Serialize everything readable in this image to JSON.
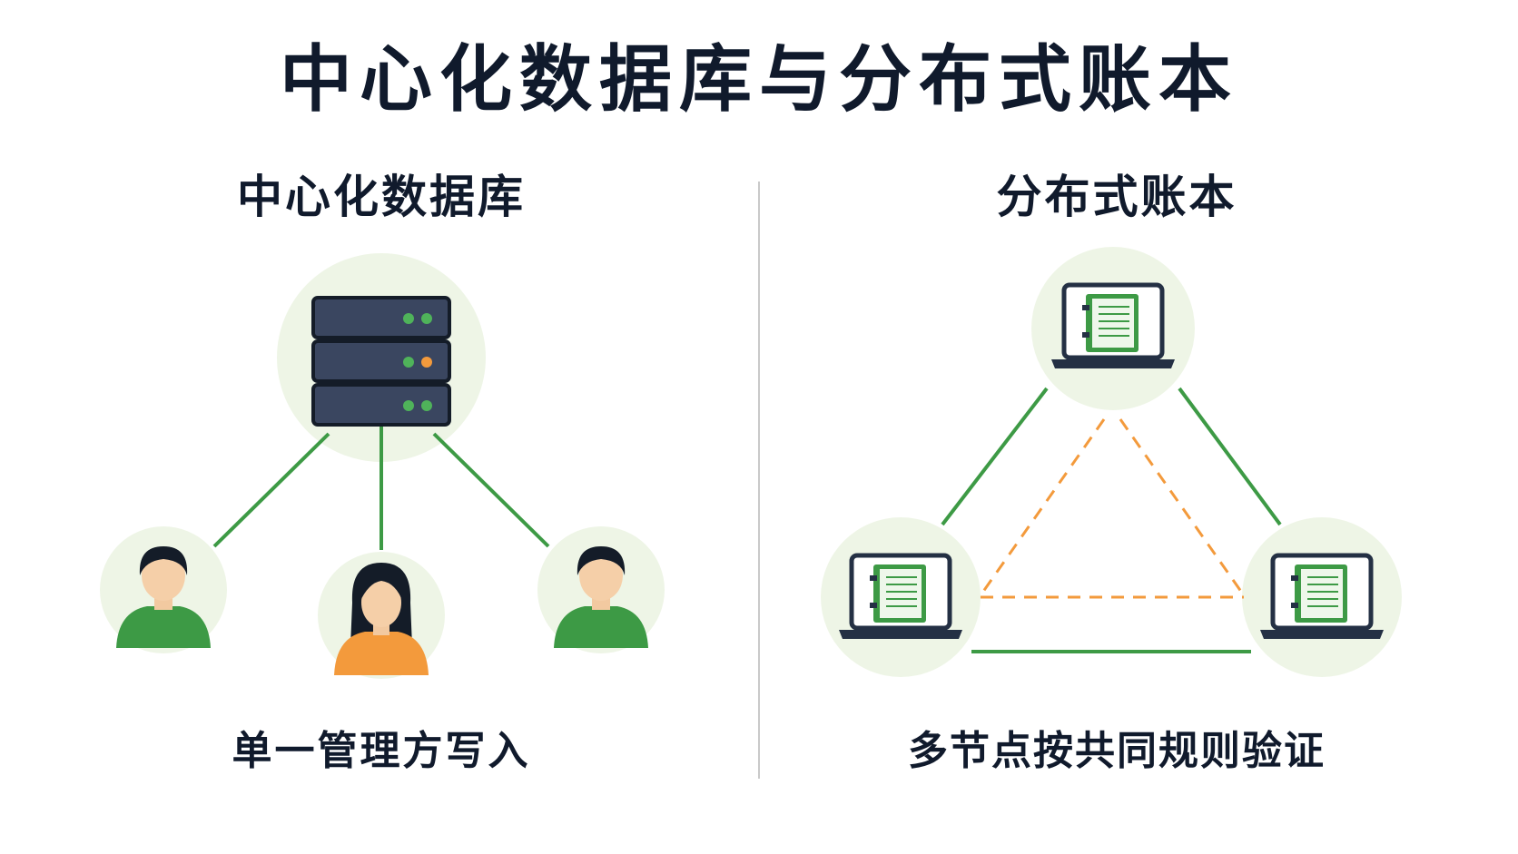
{
  "title": "中心化数据库与分布式账本",
  "centralized": {
    "heading": "中心化数据库",
    "caption": "单一管理方写入",
    "server_icon": "server-rack-icon",
    "users": [
      "male-user-icon",
      "female-user-icon",
      "male-user-icon"
    ]
  },
  "distributed": {
    "heading": "分布式账本",
    "caption": "多节点按共同规则验证",
    "node_icon": "laptop-ledger-icon"
  },
  "colors": {
    "title_text": "#101a2c",
    "accent_green": "#3d9a45",
    "accent_orange": "#f39a3c",
    "node_background": "#eef5e6",
    "server_body": "#3a4660",
    "divider": "#c9c9c9"
  }
}
